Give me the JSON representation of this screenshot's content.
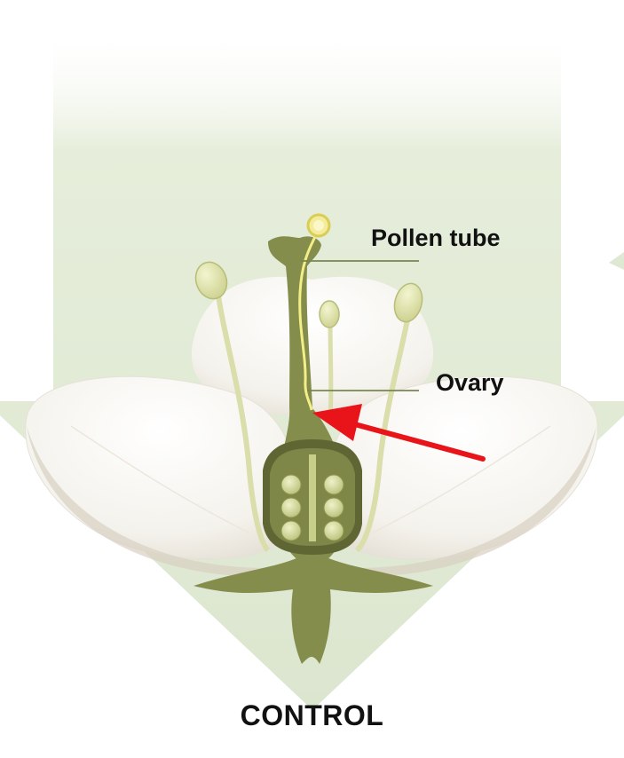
{
  "labels": {
    "pollen_tube": "Pollen tube",
    "ovary": "Ovary",
    "caption": "CONTROL"
  },
  "colors": {
    "background_arrow": "#e1ead5",
    "petal": "#f6f4ef",
    "pistil": "#848d4c",
    "pistil_dark": "#6b7339",
    "stamen": "#e2e6b0",
    "pollen_tube": "#f4ee86",
    "ovule": "#cfd691",
    "leader_line": "#7a8652",
    "pointer_arrow": "#e8141a",
    "text": "#111111"
  },
  "icons": {
    "pointer": "red-pointer-arrow"
  }
}
